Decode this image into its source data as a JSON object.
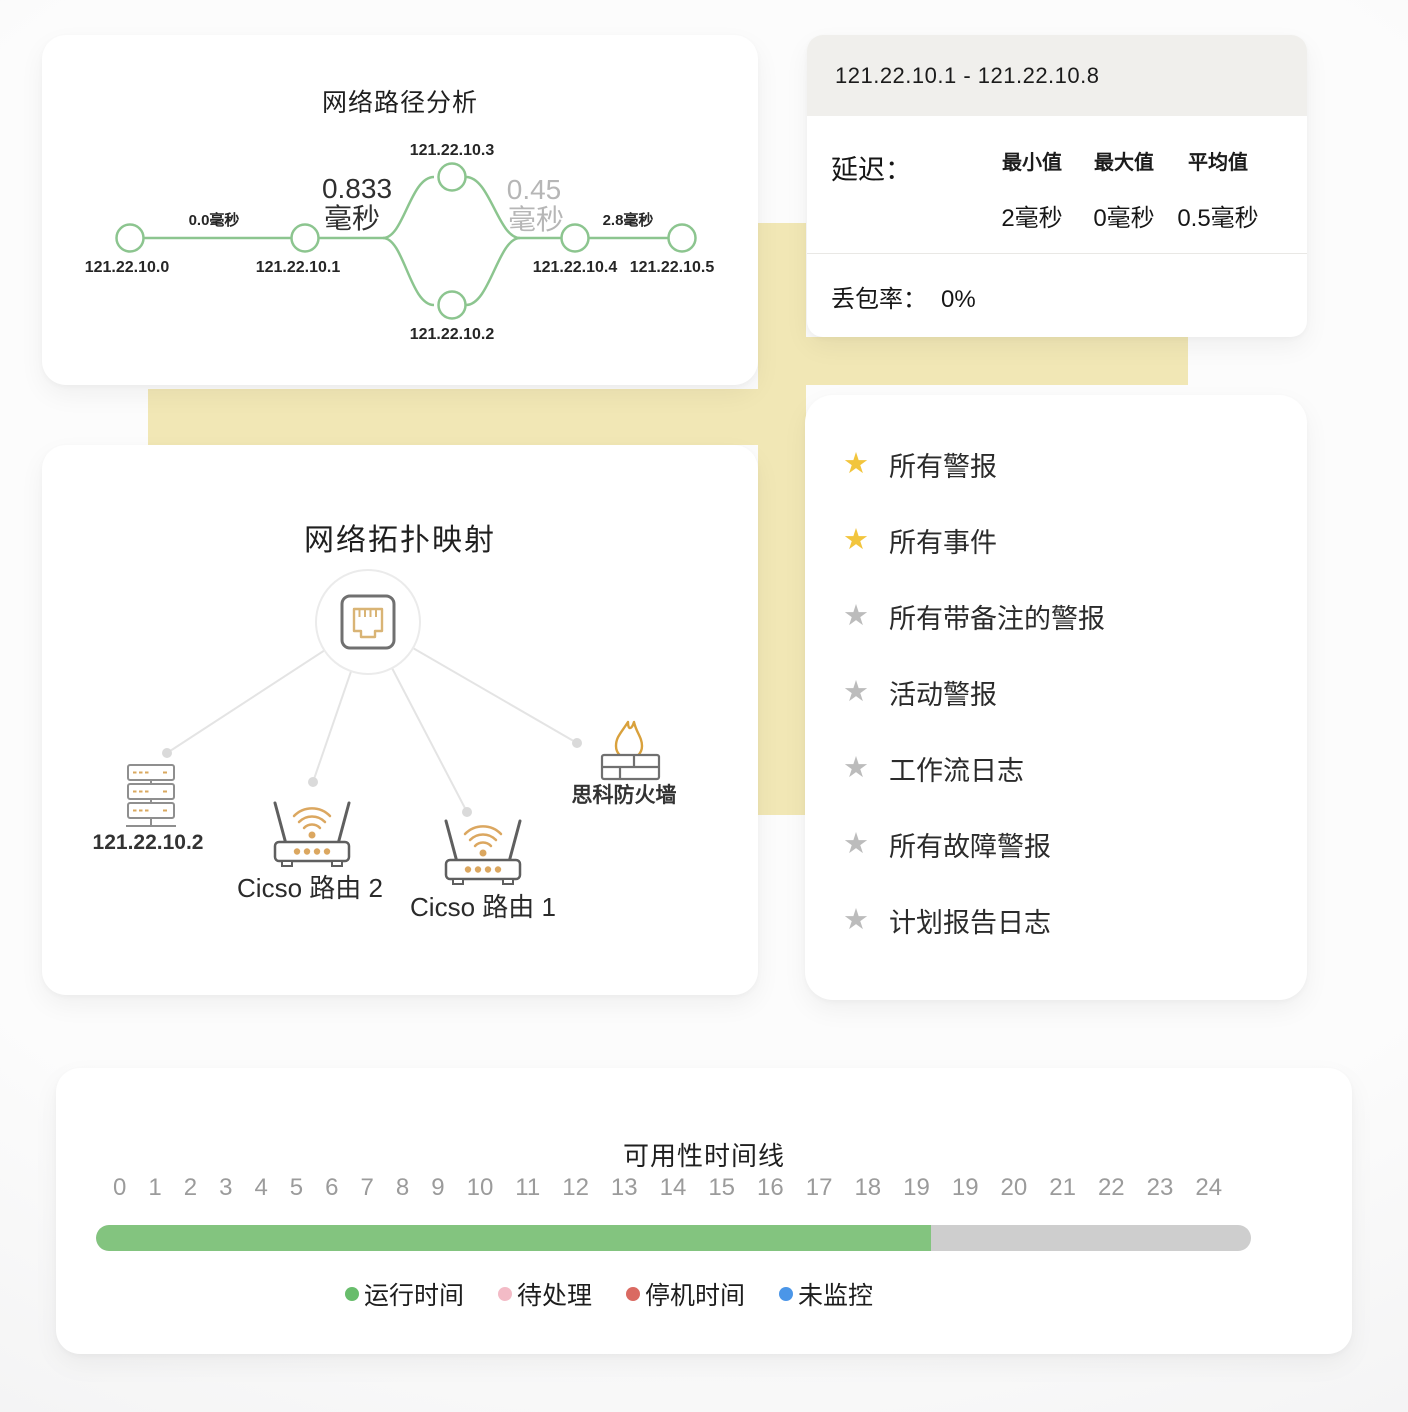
{
  "path_card": {
    "title": "网络路径分析",
    "hops": [
      "121.22.10.0",
      "121.22.10.1",
      "121.22.10.3",
      "121.22.10.2",
      "121.22.10.4",
      "121.22.10.5"
    ],
    "links": {
      "hop0_hop1": "0.0毫秒",
      "branch_value": "0.833",
      "branch_unit": "毫秒",
      "merge_value": "0.45",
      "merge_unit": "毫秒",
      "hop4_hop5": "2.8毫秒"
    }
  },
  "latency_card": {
    "title": "121.22.10.1 - 121.22.10.8",
    "latency_label": "延迟：",
    "columns": [
      "最小值",
      "最大值",
      "平均值"
    ],
    "values": [
      "2毫秒",
      "0毫秒",
      "0.5毫秒"
    ],
    "packet_loss_label": "丢包率：",
    "packet_loss_value": "0%"
  },
  "alerts_card": {
    "items": [
      {
        "label": "所有警报",
        "starred": true
      },
      {
        "label": "所有事件",
        "starred": true
      },
      {
        "label": "所有带备注的警报",
        "starred": false
      },
      {
        "label": "活动警报",
        "starred": false
      },
      {
        "label": "工作流日志",
        "starred": false
      },
      {
        "label": "所有故障警报",
        "starred": false
      },
      {
        "label": "计划报告日志",
        "starred": false
      }
    ],
    "star_active_color": "#f2c53d",
    "star_inactive_color": "#bcbcbc"
  },
  "topology_card": {
    "title": "网络拓扑映射",
    "devices": [
      {
        "label": "121.22.10.2",
        "type": "server"
      },
      {
        "label": "Cicso 路由 2",
        "type": "router"
      },
      {
        "label": "Cicso 路由 1",
        "type": "router"
      },
      {
        "label": "思科防火墙",
        "type": "firewall"
      }
    ]
  },
  "timeline_card": {
    "title": "可用性时间线",
    "ticks": [
      "0",
      "1",
      "2",
      "3",
      "4",
      "5",
      "6",
      "7",
      "8",
      "9",
      "10",
      "11",
      "12",
      "13",
      "14",
      "15",
      "16",
      "17",
      "18",
      "19",
      "19",
      "20",
      "21",
      "22",
      "23",
      "24"
    ],
    "uptime_percent": 72.3,
    "legend": [
      {
        "label": "运行时间",
        "color": "#68bd6c"
      },
      {
        "label": "待处理",
        "color": "#f3bbc6"
      },
      {
        "label": "停机时间",
        "color": "#da6a62"
      },
      {
        "label": "未监控",
        "color": "#4b96e8"
      }
    ],
    "bar_bg": "#cecece",
    "bar_fill": "#83c47f"
  },
  "colors": {
    "accent_yellow": "#f1e7b5",
    "path_green": "#8cc58f",
    "icon_tan": "#d9a85f"
  }
}
